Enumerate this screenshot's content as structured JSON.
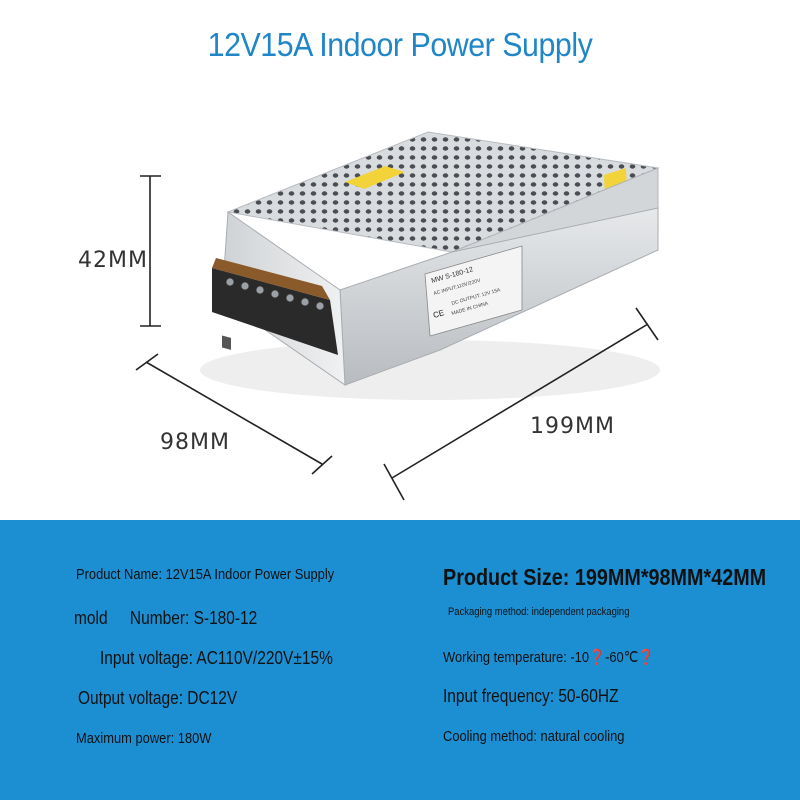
{
  "title": "12V15A Indoor Power Supply",
  "dimensions": {
    "height": "42MM",
    "width": "98MM",
    "length": "199MM"
  },
  "label": {
    "model_line": "MW S-180-12",
    "ac_input": "AC INPUT:110V/220V",
    "dc_output": "DC OUTPUT: 12V 15A",
    "origin": "MADE IN CHINA",
    "ce": "CE"
  },
  "specs": {
    "product_name_label": "Product Name:",
    "product_name_value": "12V15A Indoor Power Supply",
    "mold_label": "mold",
    "number_label": "Number:",
    "number_value": "S-180-12",
    "input_voltage": "Input voltage: AC110V/220V±15%",
    "output_voltage": "Output voltage: DC12V",
    "max_power": "Maximum power: 180W",
    "product_size": "Product Size: 199MM*98MM*42MM",
    "packaging": "Packaging method: independent packaging",
    "working_temp": "Working temperature: -10❓-60℃❓",
    "input_frequency": "Input frequency: 50-60HZ",
    "cooling": "Cooling method: natural cooling"
  },
  "colors": {
    "title": "#1f86c7",
    "spec_background": "#1c8fd3"
  }
}
